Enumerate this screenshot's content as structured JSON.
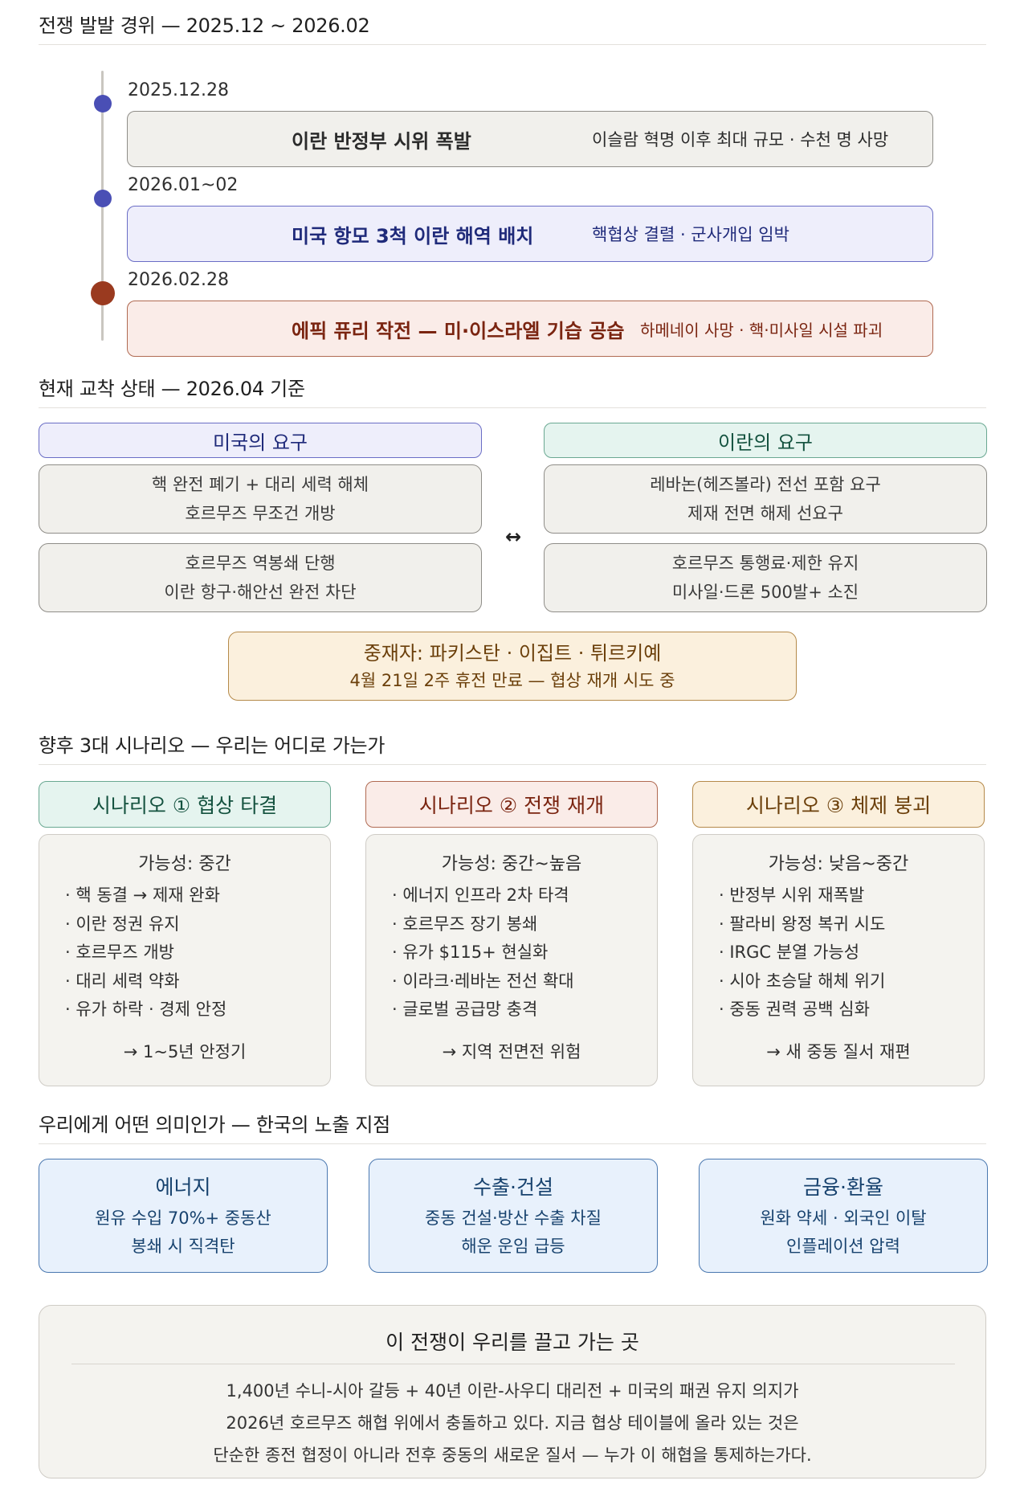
{
  "timeline": {
    "title": "전쟁 발발 경위 — 2025.12 ~ 2026.02",
    "events": [
      {
        "date": "2025.12.28",
        "main": "이란 반정부 시위 폭발",
        "sub": "이슬람 혁명 이후 최대 규모 · 수천 명 사망"
      },
      {
        "date": "2026.01~02",
        "main": "미국 항모 3척 이란 해역 배치",
        "sub": "핵협상 결렬 · 군사개입 임박"
      },
      {
        "date": "2026.02.28",
        "main": "에픽 퓨리 작전 — 미·이스라엘 기습 공습",
        "sub": "하메네이 사망 · 핵·미사일 시설 파괴"
      }
    ]
  },
  "standoff": {
    "title": "현재 교착 상태 — 2026.04 기준",
    "us_header": "미국의 요구",
    "iran_header": "이란의 요구",
    "us_items": [
      [
        "핵 완전 폐기 + 대리 세력 해체",
        "호르무즈 무조건 개방"
      ],
      [
        "호르무즈 역봉쇄 단행",
        "이란 항구·해안선 완전 차단"
      ]
    ],
    "iran_items": [
      [
        "레바논(헤즈볼라) 전선 포함 요구",
        "제재 전면 해제 선요구"
      ],
      [
        "호르무즈 통행료·제한 유지",
        "미사일·드론 500발+ 소진"
      ]
    ],
    "arrow": "↔",
    "mediator_title": "중재자: 파키스탄 · 이집트 · 튀르키예",
    "mediator_sub": "4월 21일 2주 휴전 만료 — 협상 재개 시도 중"
  },
  "scenarios": {
    "title": "향후 3대 시나리오 — 우리는 어디로 가는가",
    "items": [
      {
        "header": "시나리오 ① 협상 타결",
        "prob": "가능성: 중간",
        "points": [
          "핵 동결 → 제재 완화",
          "이란 정권 유지",
          "호르무즈 개방",
          "대리 세력 약화",
          "유가 하락 · 경제 안정"
        ],
        "result": "→ 1~5년 안정기"
      },
      {
        "header": "시나리오 ② 전쟁 재개",
        "prob": "가능성: 중간~높음",
        "points": [
          "에너지 인프라 2차 타격",
          "호르무즈 장기 봉쇄",
          "유가 $115+ 현실화",
          "이라크·레바논 전선 확대",
          "글로벌 공급망 충격"
        ],
        "result": "→ 지역 전면전 위험"
      },
      {
        "header": "시나리오 ③ 체제 붕괴",
        "prob": "가능성: 낮음~중간",
        "points": [
          "반정부 시위 재폭발",
          "팔라비 왕정 복귀 시도",
          "IRGC 분열 가능성",
          "시아 초승달 해체 위기",
          "중동 권력 공백 심화"
        ],
        "result": "→ 새 중동 질서 재편"
      }
    ]
  },
  "exposure": {
    "title": "우리에게 어떤 의미인가 — 한국의 노출 지점",
    "items": [
      {
        "title": "에너지",
        "lines": [
          "원유 수입 70%+ 중동산",
          "봉쇄 시 직격탄"
        ]
      },
      {
        "title": "수출·건설",
        "lines": [
          "중동 건설·방산 수출 차질",
          "해운 운임 급등"
        ]
      },
      {
        "title": "금융·환율",
        "lines": [
          "원화 약세 · 외국인 이탈",
          "인플레이션 압력"
        ]
      }
    ]
  },
  "conclusion": {
    "title": "이 전쟁이 우리를 끌고 가는 곳",
    "lines": [
      "1,400년 수니-시아 갈등 + 40년 이란-사우디 대리전 + 미국의 패권 유지 의지가",
      "2026년 호르무즈 해협 위에서 충돌하고 있다. 지금 협상 테이블에 올라 있는 것은",
      "단순한 종전 협정이 아니라 전후 중동의 새로운 질서 — 누가 이 해협을 통제하는가다."
    ]
  }
}
